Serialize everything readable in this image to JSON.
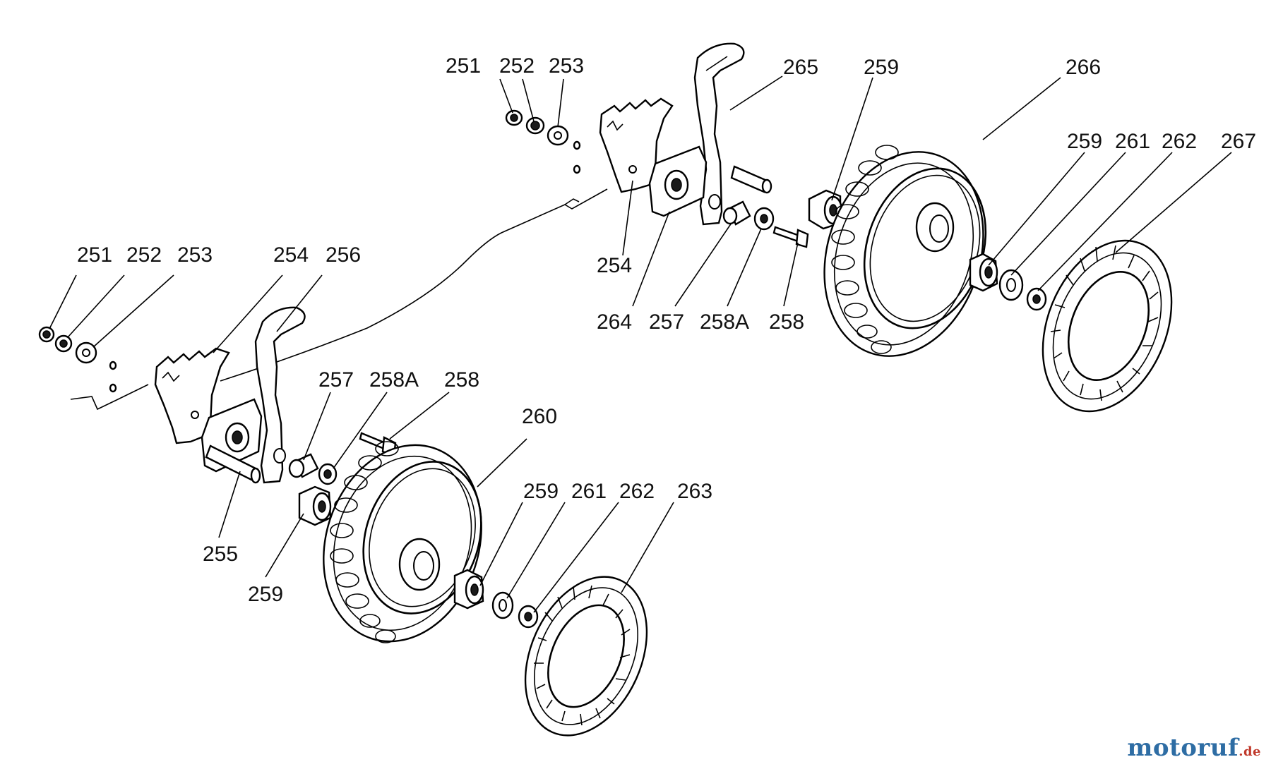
{
  "diagram": {
    "labels": {
      "upper": {
        "l251": "251",
        "l252": "252",
        "l253": "253",
        "l265": "265",
        "l259a": "259",
        "l266": "266",
        "l259b": "259",
        "l261": "261",
        "l262": "262",
        "l267": "267",
        "l254": "254",
        "l264": "264",
        "l257": "257",
        "l258a": "258A",
        "l258": "258"
      },
      "lower": {
        "l251": "251",
        "l252": "252",
        "l253": "253",
        "l254": "254",
        "l256": "256",
        "l257": "257",
        "l258a": "258A",
        "l258": "258",
        "l260": "260",
        "l255": "255",
        "l259a": "259",
        "l259b": "259",
        "l261": "261",
        "l262": "262",
        "l263": "263"
      }
    }
  },
  "watermark": {
    "main": "motoruf",
    "suffix": ".de"
  }
}
